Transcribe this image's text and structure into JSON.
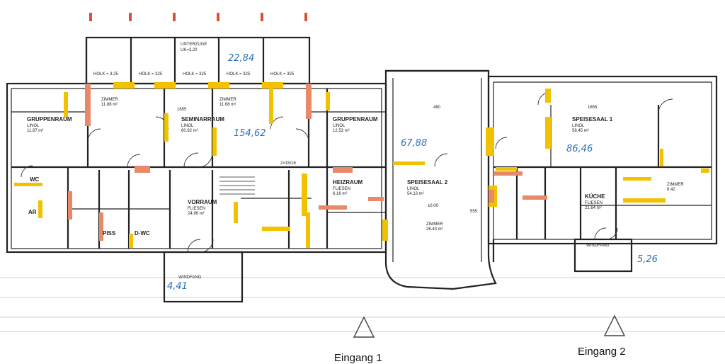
{
  "colors": {
    "wall": "#222222",
    "yellow": "#f2c200",
    "orange": "#e8896a",
    "handwriting": "#2d6fb8",
    "paper": "#ffffff"
  },
  "rooms": {
    "gruppenraum1": {
      "name": "GRUPPENRAUM",
      "floor": "LINOL",
      "area": "11.87 m²"
    },
    "seminarraum": {
      "name": "SEMINARRAUM",
      "floor": "LINOL",
      "area": "60.92 m²"
    },
    "gruppenraum2": {
      "name": "GRUPPENRAUM",
      "floor": "LINOL",
      "area": "12.53 m²"
    },
    "zimmer_mid": {
      "name": "ZIMMER",
      "area": "11.88 m²"
    },
    "zimmer_right": {
      "name": "ZIMMER",
      "area": "11.68 m²"
    },
    "speisesaal1": {
      "name": "SPEISESAAL 1",
      "floor": "LINOL",
      "area": "58.45 m²"
    },
    "speisesaal2": {
      "name": "SPEISESAAL 2",
      "floor": "LINOL",
      "area": "54.13 m²"
    },
    "zimmer_s": {
      "name": "ZIMMER",
      "area": "26.43 m²"
    },
    "heizraum": {
      "name": "HEIZRAUM",
      "floor": "FLIESEN",
      "area": "6.16 m²"
    },
    "vorraum": {
      "name": "VORRAUM",
      "floor": "FLIESEN",
      "area": "24.96 m²"
    },
    "kuche": {
      "name": "KÜCHE",
      "floor": "FLIESEN",
      "area": "21.64 m²"
    },
    "windfang1": {
      "name": "WINDFANG"
    },
    "windfang2": {
      "name": "WINDFANG"
    },
    "wc": {
      "name": "WC"
    },
    "ar": {
      "name": "AR"
    },
    "piss": {
      "name": "PISS"
    },
    "dwc": {
      "name": "D-WC"
    },
    "zimmer_k": {
      "name": "ZIMMER",
      "area": "8.42"
    },
    "unterzuge": {
      "name": "UNTERZUGE",
      "note": "UK=3.20"
    }
  },
  "beams": [
    "HOLK = 3.25",
    "HOLK = 325",
    "HOLK = 325",
    "HOLK = 325",
    "HOLK = 325"
  ],
  "handwritten": {
    "top": "22,84",
    "seminar": "154,62",
    "speisesaal2": "67,88",
    "speisesaal1": "86,46",
    "windfang2": "5,26",
    "windfang1": "4,41"
  },
  "entrances": {
    "e1": "Eingang 1",
    "e2": "Eingang 2"
  },
  "dims": {
    "d1": "2×15/16",
    "d2": "1655",
    "d3": "1655",
    "d4": "460",
    "d5": "555",
    "d6": "±0.00"
  }
}
